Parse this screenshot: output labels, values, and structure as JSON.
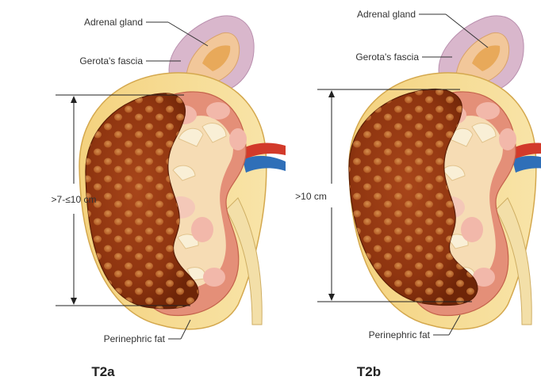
{
  "panels": [
    {
      "stage": "T2a",
      "size_label": ">7-≤10 cm",
      "labels": {
        "adrenal": "Adrenal gland",
        "gerota": "Gerota's fascia",
        "perinephric": "Perinephric fat"
      }
    },
    {
      "stage": "T2b",
      "size_label": ">10 cm",
      "labels": {
        "adrenal": "Adrenal gland",
        "gerota": "Gerota's fascia",
        "perinephric": "Perinephric fat"
      }
    }
  ],
  "colors": {
    "tumor": "#9a3c10",
    "tumor_dark": "#6e2508",
    "tumor_spot": "#c8722e",
    "kidney_cortex": "#e8907a",
    "kidney_medulla": "#f7d8c4",
    "sinus_fat": "#f4e2a6",
    "perinephric_fat": "#f6d68a",
    "gerota": "#cfa9c4",
    "vein": "#2f6fb8",
    "artery": "#d23a2a"
  }
}
